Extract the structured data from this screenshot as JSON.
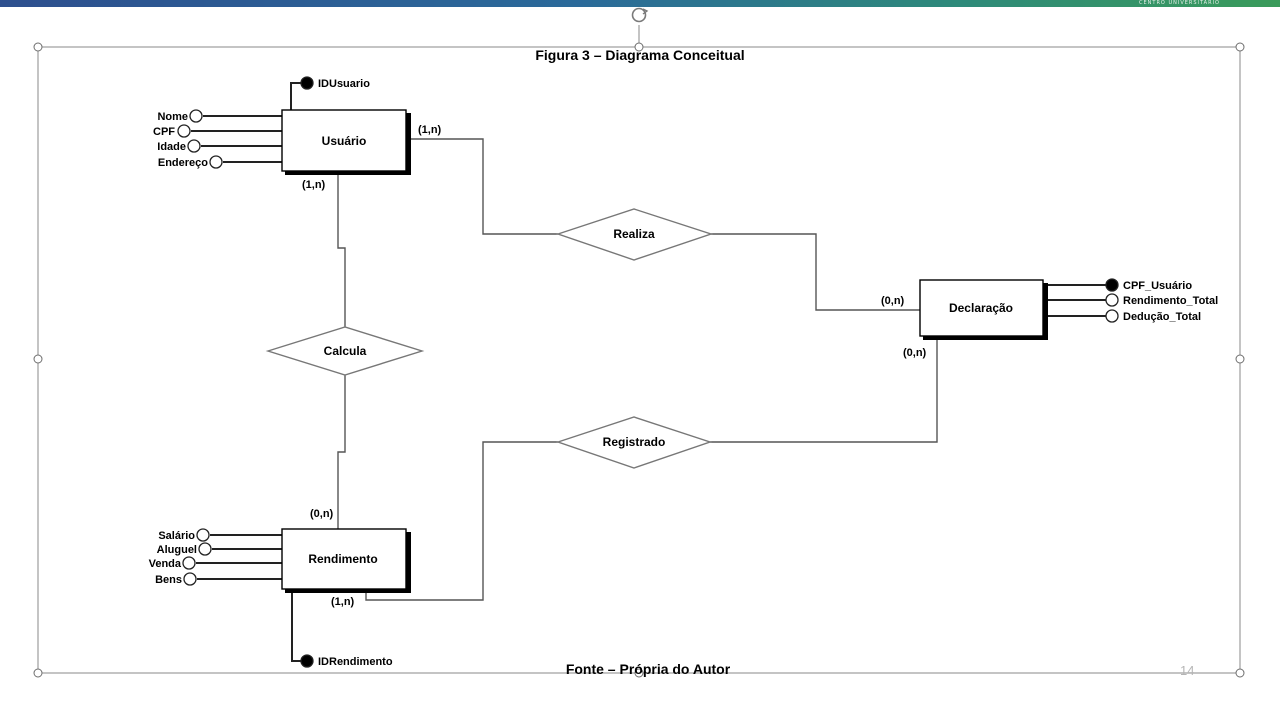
{
  "slide": {
    "figure_title": "Figura 3 – Diagrama Conceitual",
    "source_caption": "Fonte – Própria do Autor",
    "page_number": "14",
    "brand_text": "CENTRO UNIVERSITÁRIO",
    "accent_colors": [
      "#2d4f8e",
      "#2e8a7a",
      "#3a9b5a"
    ]
  },
  "diagram": {
    "entities": {
      "usuario": "Usuário",
      "declaracao": "Declaração",
      "rendimento": "Rendimento"
    },
    "relationships": {
      "realiza": "Realiza",
      "calcula": "Calcula",
      "registrado": "Registrado"
    },
    "attributes": {
      "usuario": {
        "key": "IDUsuario",
        "others": [
          "Nome",
          "CPF",
          "Idade",
          "Endereço"
        ]
      },
      "declaracao": {
        "key": "CPF_Usuário",
        "others": [
          "Rendimento_Total",
          "Dedução_Total"
        ]
      },
      "rendimento": {
        "key": "IDRendimento",
        "others": [
          "Salário",
          "Aluguel",
          "Venda",
          "Bens"
        ]
      }
    },
    "cardinalities": {
      "usuario_realiza": "(1,n)",
      "usuario_calcula": "(1,n)",
      "declaracao_realiza": "(0,n)",
      "declaracao_registrado": "(0,n)",
      "rendimento_calcula": "(0,n)",
      "rendimento_registrado": "(1,n)"
    }
  }
}
